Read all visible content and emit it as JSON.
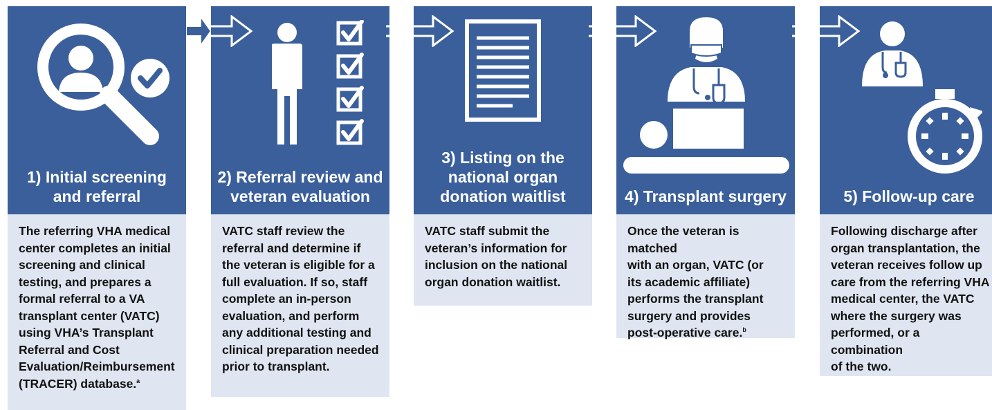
{
  "steps": [
    {
      "title": "1) Initial screening\nand referral",
      "body": "The referring VHA medical\ncenter completes an initial\nscreening and clinical\ntesting, and prepares a\nformal referral to a VA\ntransplant center (VATC)\nusing VHA’s Transplant\nReferral and Cost\nEvaluation/Reimbursement\n(TRACER) database.",
      "footnote": "a",
      "icon": "magnifier-person-check-icon"
    },
    {
      "title": "2) Referral review and\nveteran evaluation",
      "body": "VATC staff review the\nreferral and determine if\nthe veteran is eligible for a\nfull evaluation. If so, staff\ncomplete an in-person\nevaluation, and perform\nany additional testing and\nclinical preparation needed\nprior to transplant.",
      "footnote": "",
      "icon": "person-checklist-icon"
    },
    {
      "title": "3) Listing on the\nnational organ\ndonation waitlist",
      "body": "VATC staff submit the\nveteran’s information for\ninclusion on the national\norgan donation waitlist.",
      "footnote": "",
      "icon": "document-icon"
    },
    {
      "title": "4) Transplant surgery",
      "body": "Once the veteran is matched\nwith an organ, VATC (or\nits academic affiliate)\nperforms the transplant\nsurgery and provides\npost-operative care.",
      "footnote": "b",
      "icon": "surgeon-patient-icon"
    },
    {
      "title": "5) Follow-up care",
      "body": "Following discharge after\norgan transplantation, the\nveteran receives follow up\ncare from the referring VHA\nmedical center, the VATC\nwhere the surgery was\nperformed, or a combination\nof the two.",
      "footnote": "",
      "icon": "doctor-stopwatch-icon"
    }
  ],
  "colors": {
    "header": "#3a5f9b",
    "body": "#dfe6f1",
    "text": "#111111"
  }
}
